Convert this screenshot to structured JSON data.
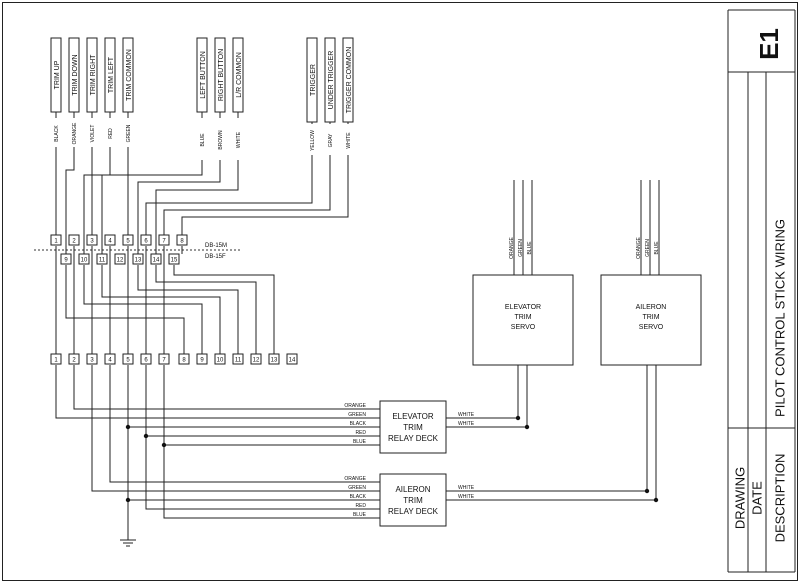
{
  "title_block": {
    "sheet_id": "E1",
    "description_value": "PILOT CONTROL STICK WIRING",
    "drawing_label": "DRAWING",
    "date_label": "DATE",
    "description_label": "DESCRIPTION"
  },
  "switch_labels": [
    "TRIM UP",
    "TRIM DOWN",
    "TRIM RIGHT",
    "TRIM LEFT",
    "TRIM COMMON",
    "LEFT BUTTON",
    "RIGHT BUTTON",
    "L/R COMMON",
    "TRIGGER",
    "UNDER TRIGGER",
    "TRIGGER COMMON"
  ],
  "wire_colors_top": [
    "BLACK",
    "ORANGE",
    "VIOLET",
    "RED",
    "GREEN",
    "BLUE",
    "BROWN",
    "WHITE",
    "YELLOW",
    "GRAY",
    "WHITE"
  ],
  "db15m_pins": [
    "1",
    "2",
    "3",
    "4",
    "5",
    "6",
    "7",
    "8"
  ],
  "db15f_pins": [
    "9",
    "10",
    "11",
    "12",
    "13",
    "14",
    "15"
  ],
  "db15m_label": "DB-15M",
  "db15f_label": "DB-15F",
  "terminal_pins": [
    "1",
    "2",
    "3",
    "4",
    "5",
    "6",
    "7",
    "8",
    "9",
    "10",
    "11",
    "12",
    "13",
    "14"
  ],
  "servos": [
    {
      "lines": [
        "ELEVATOR",
        "TRIM",
        "SERVO"
      ],
      "wires": [
        "ORANGE",
        "GREEN",
        "BLUE"
      ]
    },
    {
      "lines": [
        "AILERON",
        "TRIM",
        "SERVO"
      ],
      "wires": [
        "ORANGE",
        "GREEN",
        "BLUE"
      ]
    }
  ],
  "relays": [
    {
      "lines": [
        "ELEVATOR",
        "TRIM",
        "RELAY DECK"
      ],
      "inputs": [
        "ORANGE",
        "GREEN",
        "BLACK",
        "RED",
        "BLUE"
      ],
      "outputs": [
        "WHITE",
        "WHITE"
      ]
    },
    {
      "lines": [
        "AILERON",
        "TRIM",
        "RELAY DECK"
      ],
      "inputs": [
        "ORANGE",
        "GREEN",
        "BLACK",
        "RED",
        "BLUE"
      ],
      "outputs": [
        "WHITE",
        "WHITE"
      ]
    }
  ]
}
